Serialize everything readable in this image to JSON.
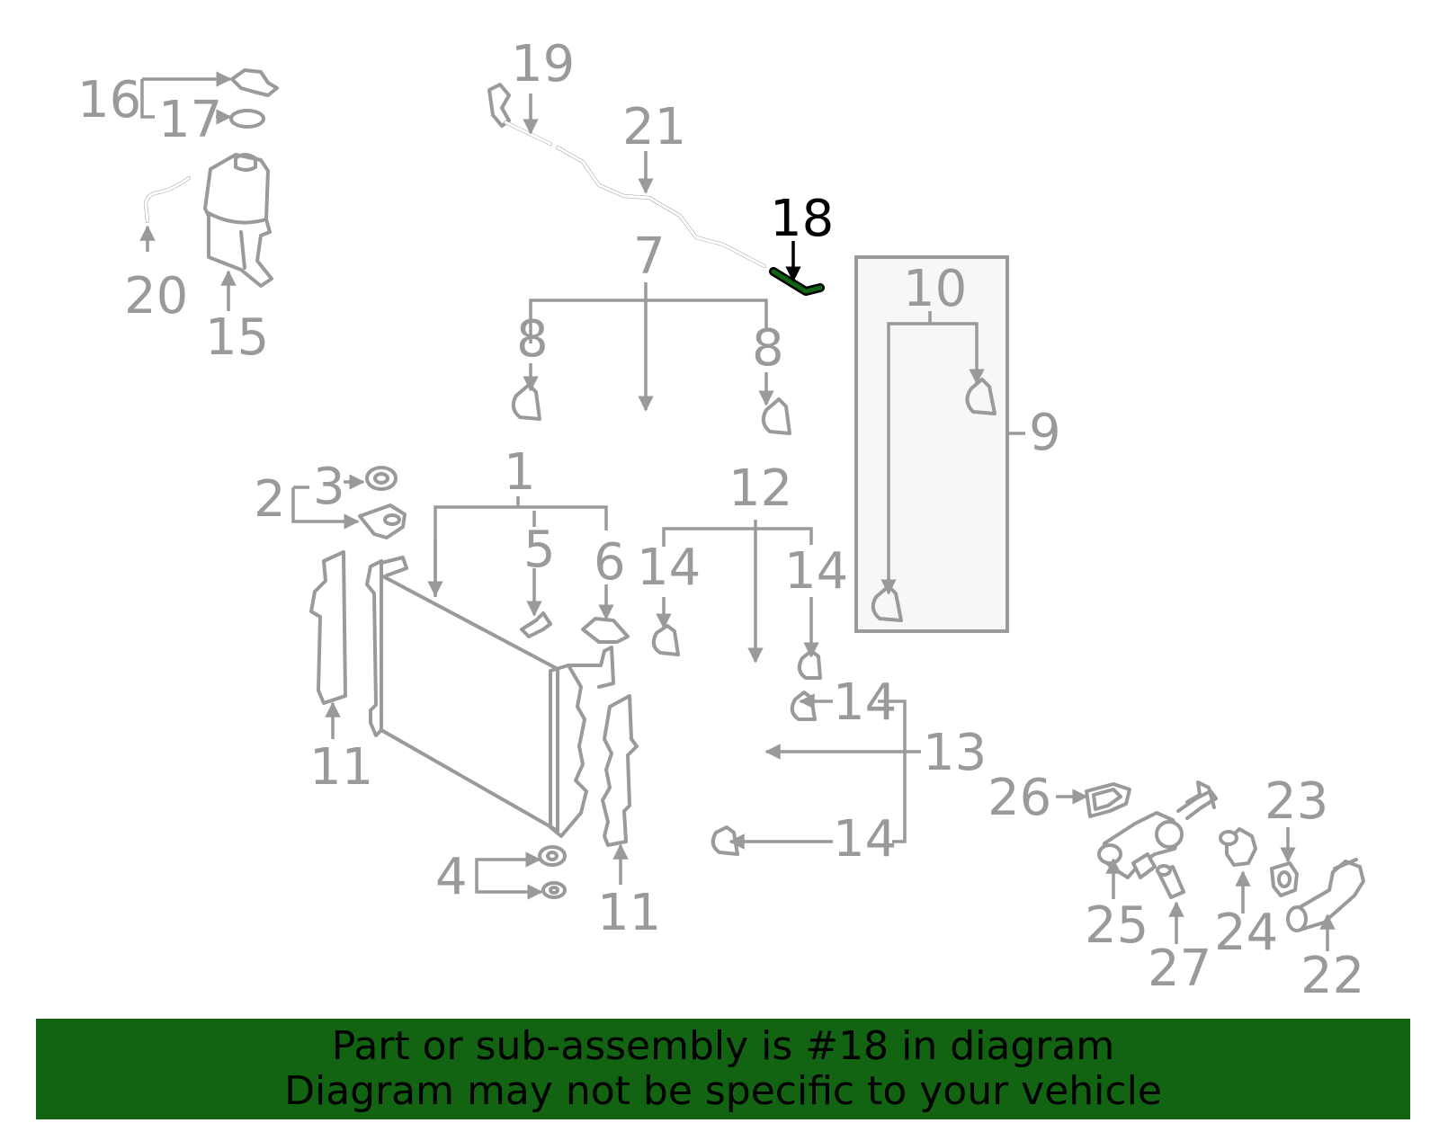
{
  "diagram": {
    "highlighted_part": "18",
    "highlight_color": "#126312",
    "part_color": "#9a9a9a",
    "labels": {
      "l1": "1",
      "l2": "2",
      "l3": "3",
      "l4": "4",
      "l5": "5",
      "l6": "6",
      "l7": "7",
      "l8a": "8",
      "l8b": "8",
      "l9": "9",
      "l10": "10",
      "l11a": "11",
      "l11b": "11",
      "l12": "12",
      "l13": "13",
      "l14a": "14",
      "l14b": "14",
      "l14c": "14",
      "l14d": "14",
      "l15": "15",
      "l16": "16",
      "l17": "17",
      "l18": "18",
      "l19": "19",
      "l20": "20",
      "l21": "21",
      "l22": "22",
      "l23": "23",
      "l24": "24",
      "l25": "25",
      "l26": "26",
      "l27": "27"
    }
  },
  "banner": {
    "line1": "Part or sub-assembly is #18 in diagram",
    "line2": "Diagram may not be specific to your vehicle",
    "background": "#126312"
  }
}
